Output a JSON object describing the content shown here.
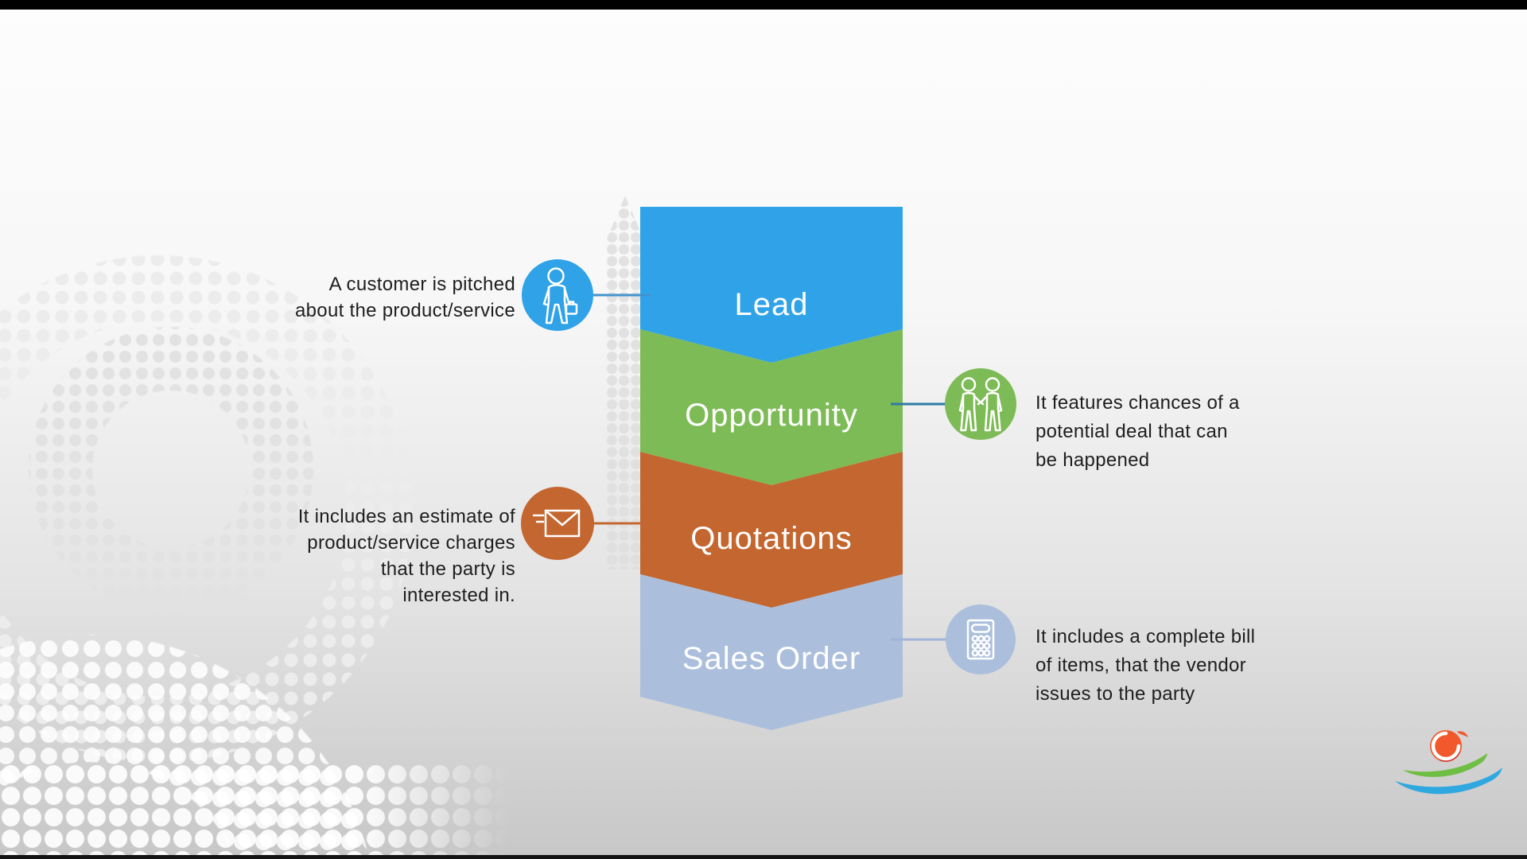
{
  "stages": [
    {
      "name": "Lead",
      "color": "#2FA2E8"
    },
    {
      "name": "Opportunity",
      "color": "#7DBB56"
    },
    {
      "name": "Quotations",
      "color": "#C4662F"
    },
    {
      "name": "Sales Order",
      "color": "#ABBFDC"
    }
  ],
  "annotations": [
    {
      "stage": "Lead",
      "side": "left",
      "icon": "person-with-briefcase-icon",
      "icon_color": "#2FA2E8",
      "connector_color": "#4493CC",
      "text": "A customer is pitched\nabout the product/service"
    },
    {
      "stage": "Opportunity",
      "side": "right",
      "icon": "handshake-icon",
      "icon_color": "#7DBB56",
      "connector_color": "#2F7AA3",
      "text": "It features chances of a\npotential deal that can\nbe happened"
    },
    {
      "stage": "Quotations",
      "side": "left",
      "icon": "envelope-icon",
      "icon_color": "#C4662F",
      "connector_color": "#C4662F",
      "text": "It includes an estimate of\nproduct/service charges\nthat the party is\ninterested in."
    },
    {
      "stage": "Sales Order",
      "side": "right",
      "icon": "calculator-icon",
      "icon_color": "#ABBFDC",
      "connector_color": "#9FB4D8",
      "text": "It includes a complete bill\nof items, that the vendor\nissues to the party"
    }
  ],
  "logo": {
    "description": "multicolor swirl logo",
    "orange": "#F1582B",
    "green": "#6FBE44",
    "blue": "#2FA8E0",
    "red_rim": "#C1272D"
  },
  "chrome": {
    "top_bar_color": "#000000",
    "bottom_bar_color": "#141414"
  }
}
